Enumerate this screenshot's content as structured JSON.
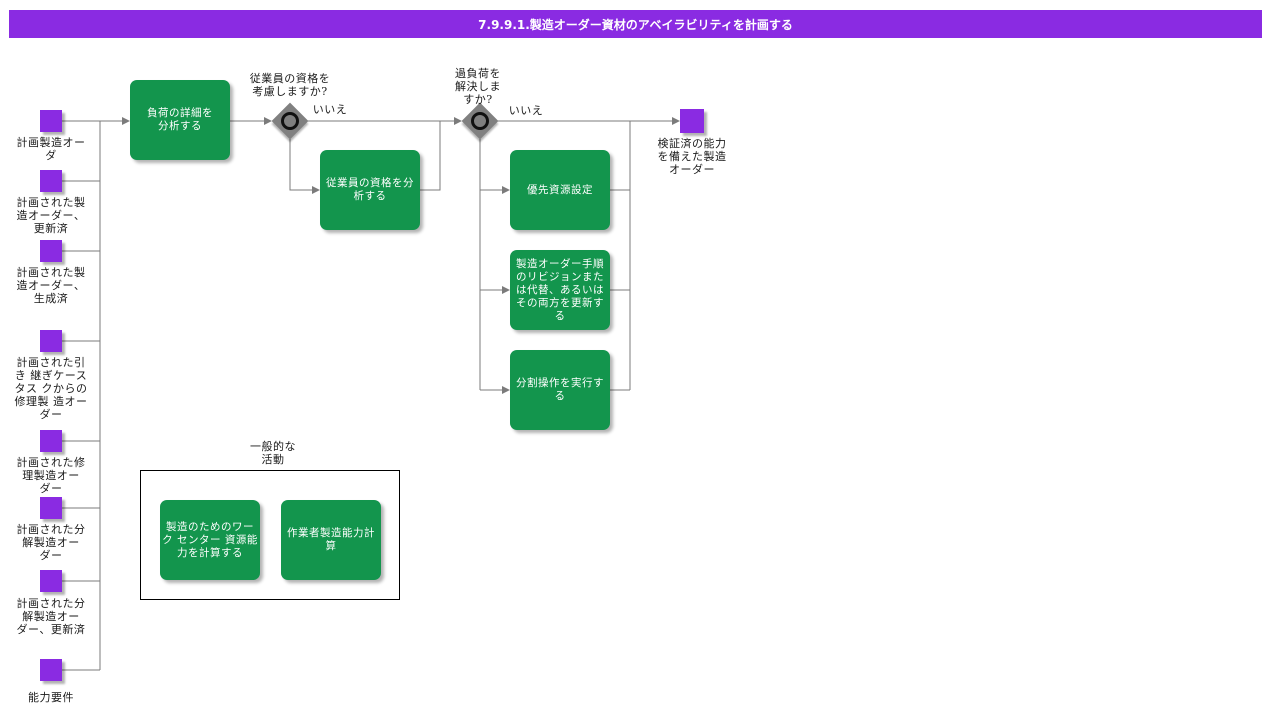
{
  "header": {
    "title": "7.9.9.1.製造オーダー資材のアベイラビリティを計画する",
    "bg_color": "#8a2be2"
  },
  "colors": {
    "event_purple": "#8a2be2",
    "activity_green": "#13954d",
    "connector_gray": "#7b7b7b",
    "gateway_gray": "#808080"
  },
  "inputs": [
    {
      "label": "計画製造オー\nダ"
    },
    {
      "label": "計画された製\n造オーダー、\n更新済"
    },
    {
      "label": "計画された製\n造オーダー、\n生成済"
    },
    {
      "label": "計画された引\nき 継ぎケース\nタス クからの\n修理製 造オー\nダー"
    },
    {
      "label": "計画された修\n理製造オー\nダー"
    },
    {
      "label": "計画された分\n解製造オー\nダー"
    },
    {
      "label": "計画された分\n解製造オー\nダー、更新済"
    },
    {
      "label": "能力要件"
    }
  ],
  "output": {
    "label": "検証済の能力\nを備えた製造\nオーダー"
  },
  "activities": {
    "analyze_load": "負荷の詳細を\n分析する",
    "analyze_staff_qualifications": "従業員の資格を分\n析する",
    "priority_resource_setting": "優先資源設定",
    "update_routing_revision": "製造オーダー手順\nのリビジョンまた\nは代替、あるいは\nその両方を更新す\nる",
    "execute_split_operation": "分割操作を実行す\nる"
  },
  "decisions": {
    "consider_qualifications": {
      "question": "従業員の資格を\n考慮しますか?",
      "no_label": "いいえ"
    },
    "resolve_overload": {
      "question": "過負荷を\n解決しま\nすか?",
      "no_label": "いいえ"
    }
  },
  "general": {
    "label": "一般的な\n活動",
    "activities": [
      "製造のためのワー\nク センター 資源能\n力を計算する",
      "作業者製造能力計算"
    ]
  }
}
